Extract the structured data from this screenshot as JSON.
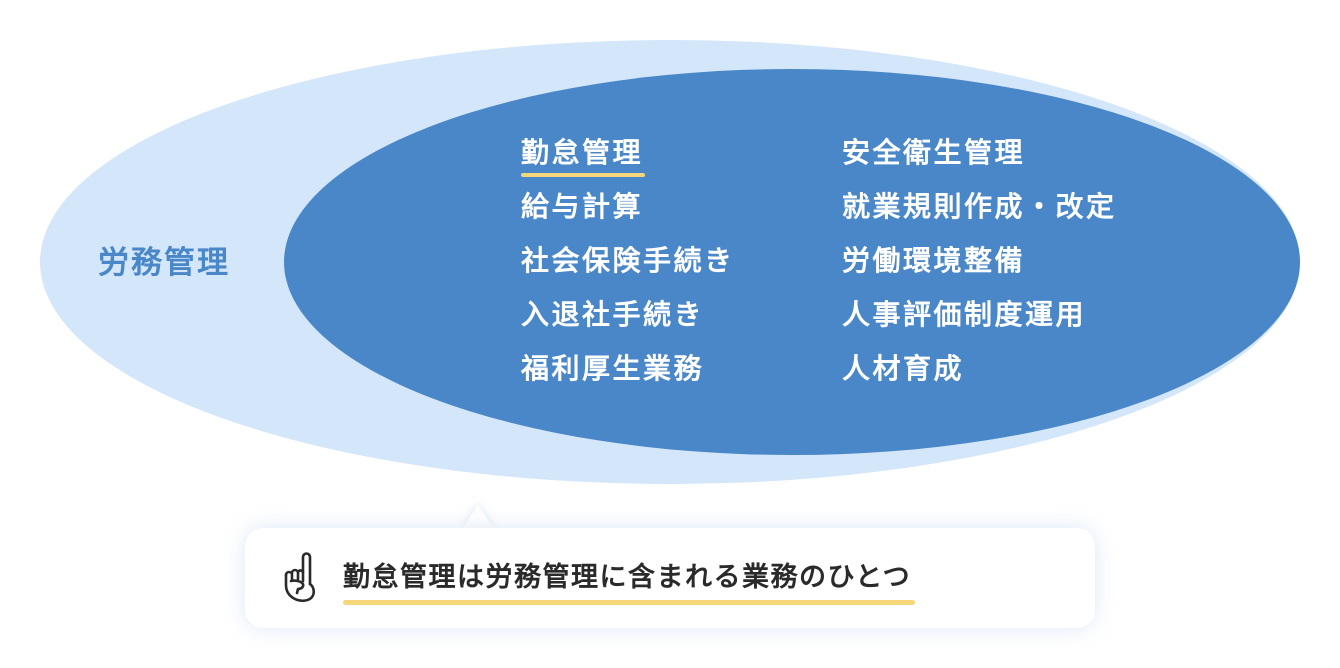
{
  "colors": {
    "outer_ellipse": "#d4e6fa",
    "inner_ellipse": "#4a87c8",
    "outer_label": "#4a87c8",
    "inner_text": "#ffffff",
    "highlight_underline": "#f5d77a",
    "callout_text": "#2a2a2a",
    "callout_background": "#ffffff"
  },
  "outer": {
    "label": "労務管理"
  },
  "inner": {
    "left_column": [
      {
        "label": "勤怠管理",
        "highlighted": true
      },
      {
        "label": "給与計算",
        "highlighted": false
      },
      {
        "label": "社会保険手続き",
        "highlighted": false
      },
      {
        "label": "入退社手続き",
        "highlighted": false
      },
      {
        "label": "福利厚生業務",
        "highlighted": false
      }
    ],
    "right_column": [
      {
        "label": "安全衛生管理"
      },
      {
        "label": "就業規則作成・改定"
      },
      {
        "label": "労働環境整備"
      },
      {
        "label": "人事評価制度運用"
      },
      {
        "label": "人材育成"
      }
    ]
  },
  "callout": {
    "icon": "pointing-finger-icon",
    "text": "勤怠管理は労務管理に含まれる業務のひとつ"
  }
}
